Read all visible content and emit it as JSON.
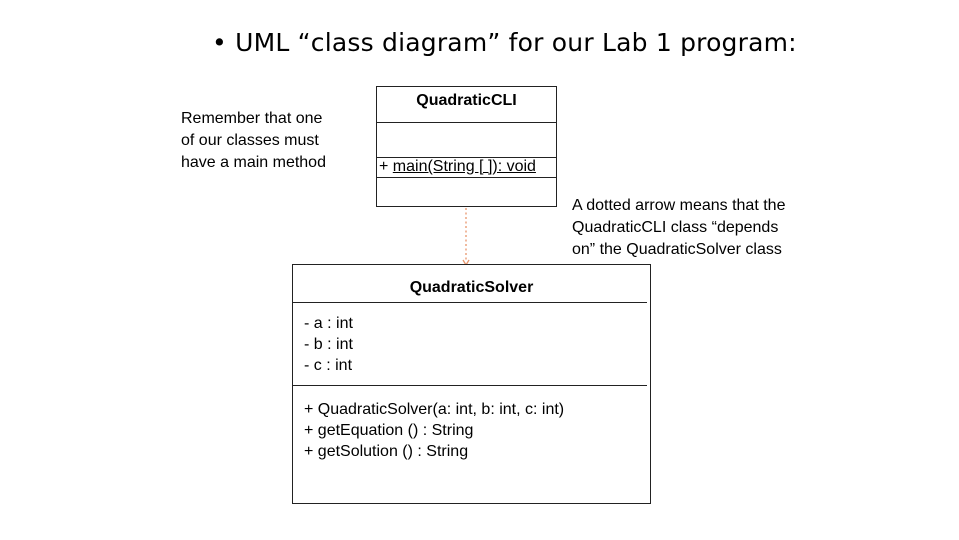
{
  "slide": {
    "bullet": "•",
    "title": "UML “class diagram” for our Lab 1 program:"
  },
  "notes": {
    "main_method": [
      "Remember that one",
      "of our classes must",
      "have a main method"
    ],
    "dependency": [
      "A dotted arrow means that the",
      "QuadraticCLI class “depends",
      "on” the QuadraticSolver class"
    ]
  },
  "quadratic_cli": {
    "name": "QuadraticCLI",
    "method_prefix": "+ ",
    "method": "main(String [ ]): void"
  },
  "quadratic_solver": {
    "name": "QuadraticSolver",
    "attributes": [
      "- a : int",
      "- b : int",
      "- c : int"
    ],
    "methods": [
      "+ QuadraticSolver(a: int, b: int, c: int)",
      "+ getEquation () : String",
      "+ getSolution () : String"
    ]
  },
  "colors": {
    "arrow": "#e8956b",
    "border": "#222222"
  }
}
